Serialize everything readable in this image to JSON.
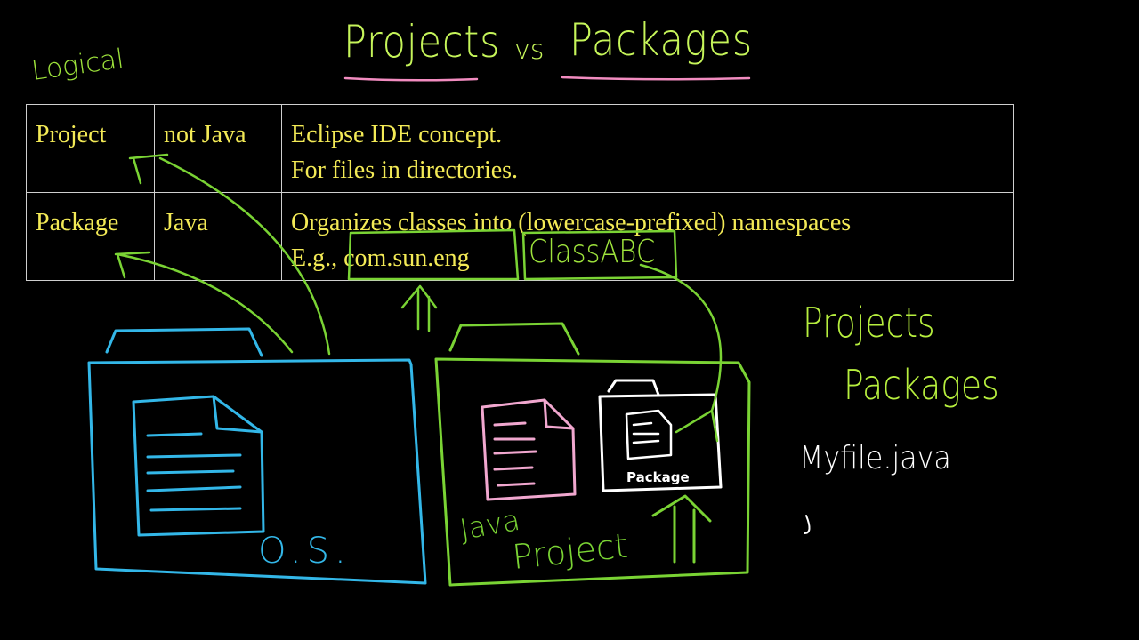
{
  "title": {
    "word1": "Projects",
    "vs": "vs",
    "word2": "Packages",
    "underline_color": "#f28cc0",
    "text_color": "#c6f55a"
  },
  "annotation_logical": "Logical",
  "table": {
    "border_color": "#cfcfcf",
    "text_color": "#f3ea56",
    "rows": [
      {
        "term": "Project",
        "language": "not Java",
        "description": [
          "Eclipse IDE concept.",
          "For files in directories."
        ]
      },
      {
        "term": "Package",
        "language": "Java",
        "description": [
          "Organizes classes into (lowercase-prefixed) namespaces",
          "E.g., com.sun.eng ClassABC"
        ],
        "example_prefix": "E.g.,",
        "example_package": "com.sun.eng",
        "example_class": "ClassABC"
      }
    ]
  },
  "diagram": {
    "os_folder": {
      "label": "O.S.",
      "color": "#33b7e8"
    },
    "java_project_folder": {
      "label_line1": "Java",
      "label_line2": "Project",
      "color": "#7ad334"
    },
    "package_folder": {
      "label": "Package",
      "color": "#ffffff"
    },
    "java_file_color": "#f1a7cf",
    "arrow_color": "#6fd43a"
  },
  "side_notes": {
    "line1": "Projects",
    "line2": "Packages",
    "file_name": "Myfile.java",
    "partial_mark": "J"
  }
}
